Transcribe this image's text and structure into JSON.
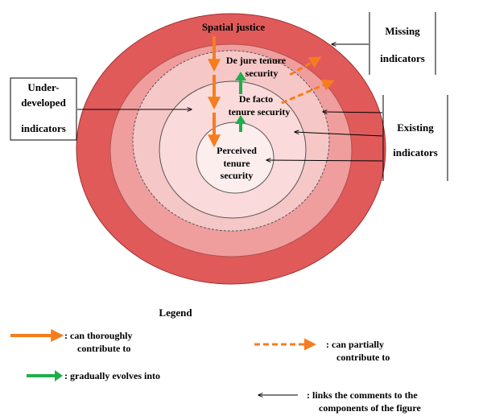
{
  "layers": {
    "spatial": "Spatial justice",
    "dejure_1": "De jure tenure",
    "dejure_2": "security",
    "defacto_1": "De facto",
    "defacto_2": "tenure security",
    "perceived_1": "Perceived",
    "perceived_2": "tenure",
    "perceived_3": "security"
  },
  "callouts": {
    "missing_1": "Missing",
    "missing_2": "indicators",
    "under_1": "Under-",
    "under_2": "developed",
    "under_3": "indicators",
    "existing_1": "Existing",
    "existing_2": "indicators"
  },
  "legend": {
    "title": "Legend",
    "thorough_1": ": can thoroughly",
    "thorough_2": "contribute to",
    "partial_1": ": can partially",
    "partial_2": "contribute to",
    "evolves": ": gradually evolves into",
    "links_1": ": links the comments to the",
    "links_2": "components of the figure"
  },
  "colors": {
    "ring_outer": "#e05a5a",
    "ring_2": "#f09d9d",
    "ring_3": "#f6c7c7",
    "ring_4": "#fadada",
    "ring_center": "#fdeeee",
    "orange_arrow": "#f57d1f",
    "green_arrow": "#1fae4a"
  }
}
